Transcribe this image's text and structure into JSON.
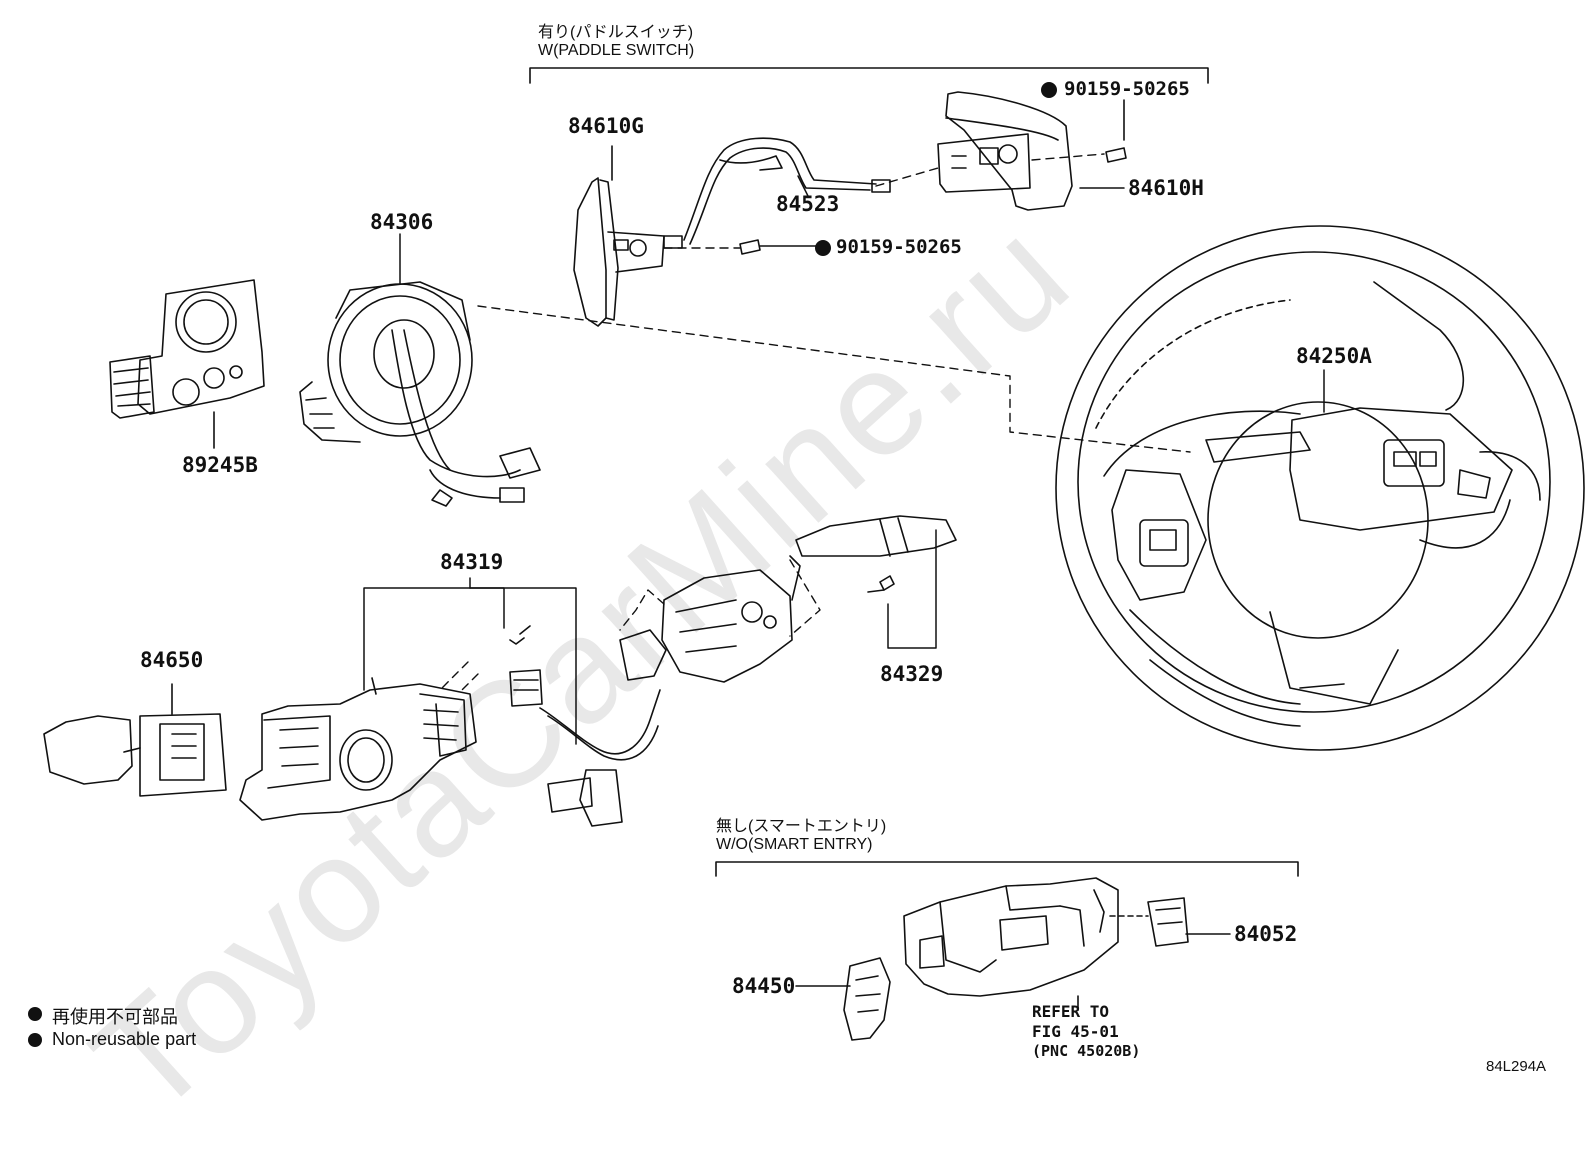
{
  "watermark": "ToyotaCarMine.ru",
  "groups": {
    "paddle": {
      "jp": "有り(パドルスイッチ)",
      "en": "W(PADDLE SWITCH)"
    },
    "smart": {
      "jp": "無し(スマートエントリ)",
      "en": "W/O(SMART ENTRY)"
    }
  },
  "parts": {
    "p84610G": "84610G",
    "p84523": "84523",
    "p84610H": "84610H",
    "bolt1": "90159-50265",
    "bolt2": "90159-50265",
    "p84306": "84306",
    "p89245B": "89245B",
    "p84250A": "84250A",
    "p84319": "84319",
    "p84650": "84650",
    "p84329": "84329",
    "p84052": "84052",
    "p84450": "84450"
  },
  "reference": {
    "line1": "REFER TO",
    "line2": "FIG 45-01",
    "line3": "(PNC 45020B)"
  },
  "legend": {
    "jp": "再使用不可部品",
    "en": "Non-reusable part"
  },
  "diagram_code": "84L294A"
}
